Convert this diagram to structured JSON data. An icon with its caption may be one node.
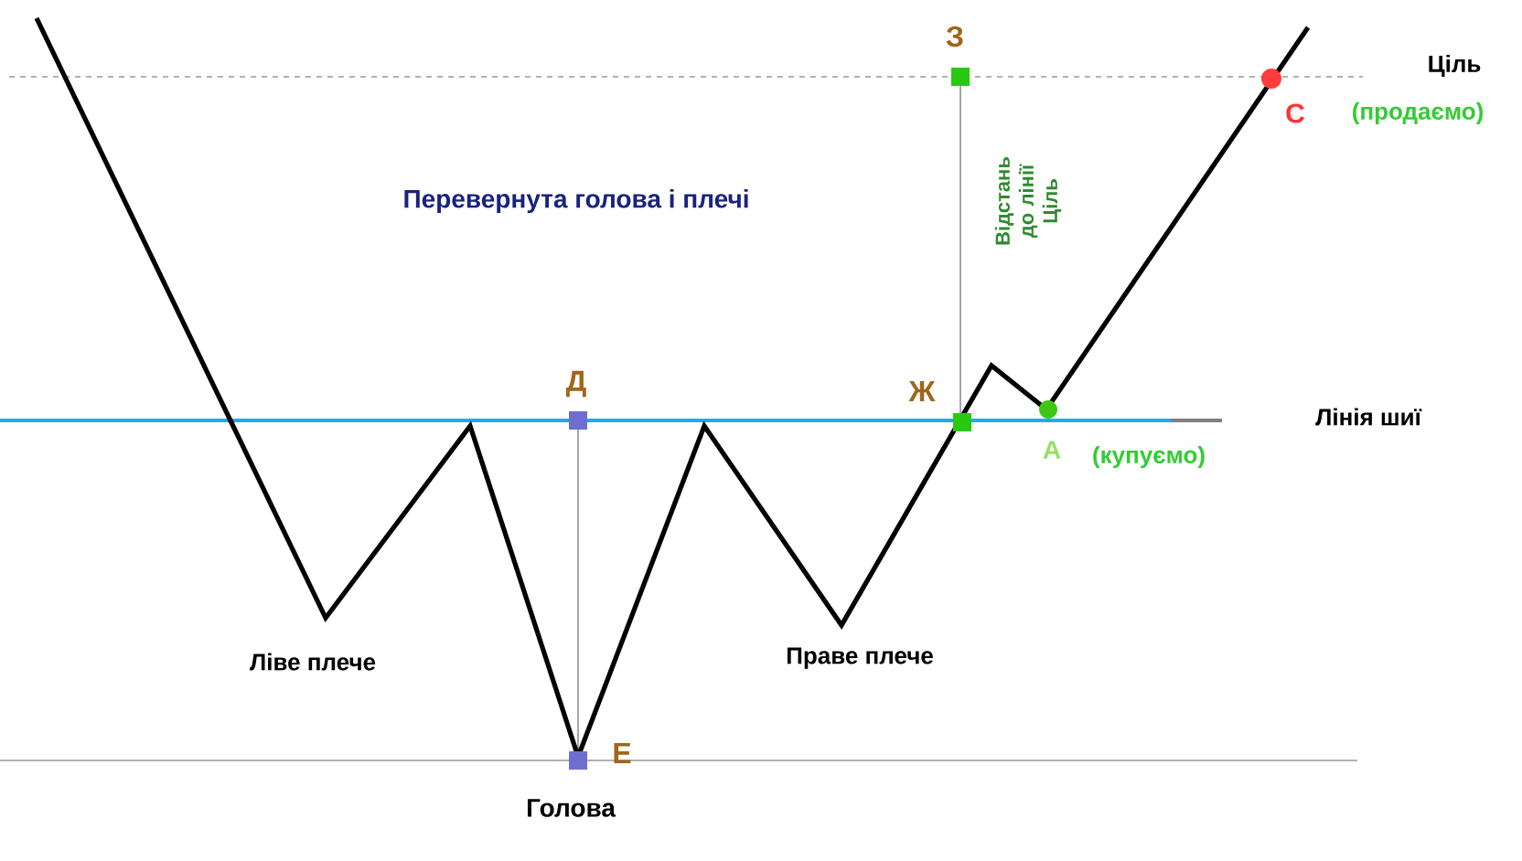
{
  "diagram": {
    "title": "Перевернута голова і плечі",
    "labels": [
      "З",
      "Ціль",
      "С",
      "(продаємо)",
      "Відстань до лінії Ціль",
      "Д",
      "Ж",
      "Лінія шиї",
      "А",
      "(купуємо)",
      "Ліве плече",
      "Праве плече",
      "Е",
      "Голова"
    ]
  }
}
